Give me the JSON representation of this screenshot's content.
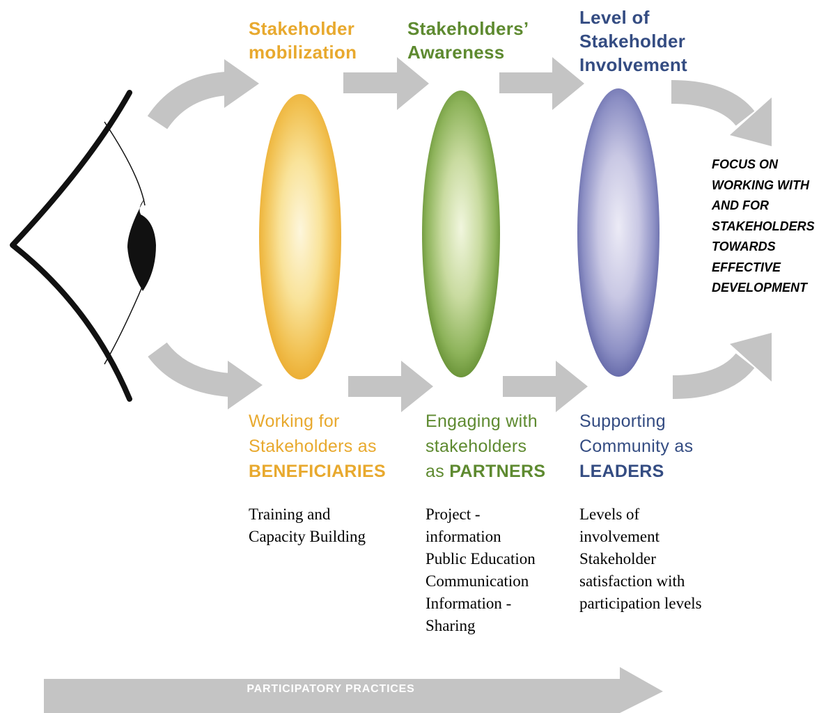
{
  "colors": {
    "mobilization": "#e8a92e",
    "awareness": "#5e8a30",
    "involvement": "#344c82",
    "arrow": "#c4c4c4"
  },
  "icons": [
    "eye-icon"
  ],
  "stages": [
    {
      "heading": [
        "Stakeholder",
        "mobilization"
      ],
      "lower": [
        "Working for",
        "Stakeholders as"
      ],
      "lower_bold": "BENEFICIARIES",
      "practices": [
        "Training and",
        "Capacity Building"
      ]
    },
    {
      "heading": [
        "Stakeholders’",
        "Awareness"
      ],
      "lower": [
        "Engaging with",
        "stakeholders"
      ],
      "lower_prefix": "as ",
      "lower_bold": "PARTNERS",
      "practices": [
        "Project -",
        "information",
        "Public Education",
        "Communication",
        "Information -",
        "Sharing"
      ]
    },
    {
      "heading": [
        "Level of",
        "Stakeholder",
        "Involvement"
      ],
      "lower": [
        "Supporting",
        "Community as"
      ],
      "lower_bold": "LEADERS",
      "practices": [
        "Levels of",
        "involvement",
        "Stakeholder",
        "satisfaction with",
        "participation levels"
      ]
    }
  ],
  "focus": [
    "FOCUS ON",
    "WORKING WITH",
    "AND FOR",
    "STAKEHOLDERS",
    "TOWARDS",
    "EFFECTIVE",
    "DEVELOPMENT"
  ],
  "bottom_arrow_label": "PARTICIPATORY PRACTICES"
}
